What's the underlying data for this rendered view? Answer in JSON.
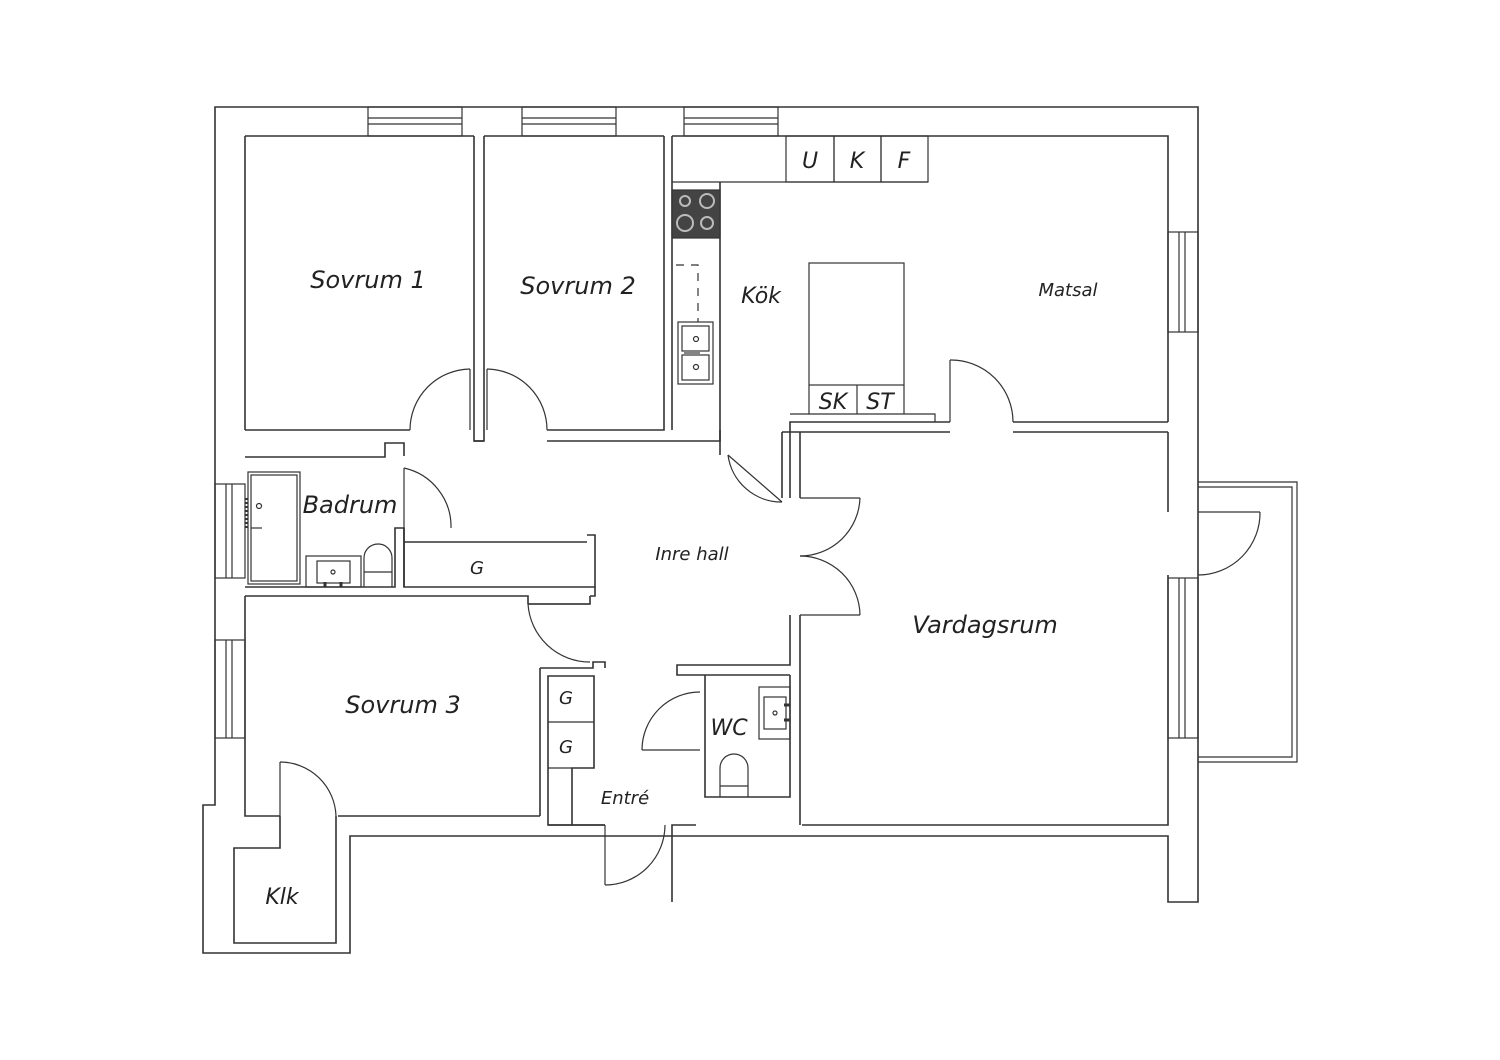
{
  "rooms": {
    "sovrum1": "Sovrum 1",
    "sovrum2": "Sovrum 2",
    "kok": "Kök",
    "matsal": "Matsal",
    "badrum": "Badrum",
    "inre_hall": "Inre hall",
    "vardagsrum": "Vardagsrum",
    "sovrum3": "Sovrum 3",
    "wc": "WC",
    "entre": "Entré",
    "klk": "Klk"
  },
  "fixtures": {
    "u": "U",
    "k": "K",
    "f": "F",
    "sk": "SK",
    "st": "ST",
    "g_hall": "G",
    "g_entre_1": "G",
    "g_entre_2": "G"
  },
  "colors": {
    "line": "#333333",
    "stove": "#444444",
    "background": "#ffffff"
  }
}
